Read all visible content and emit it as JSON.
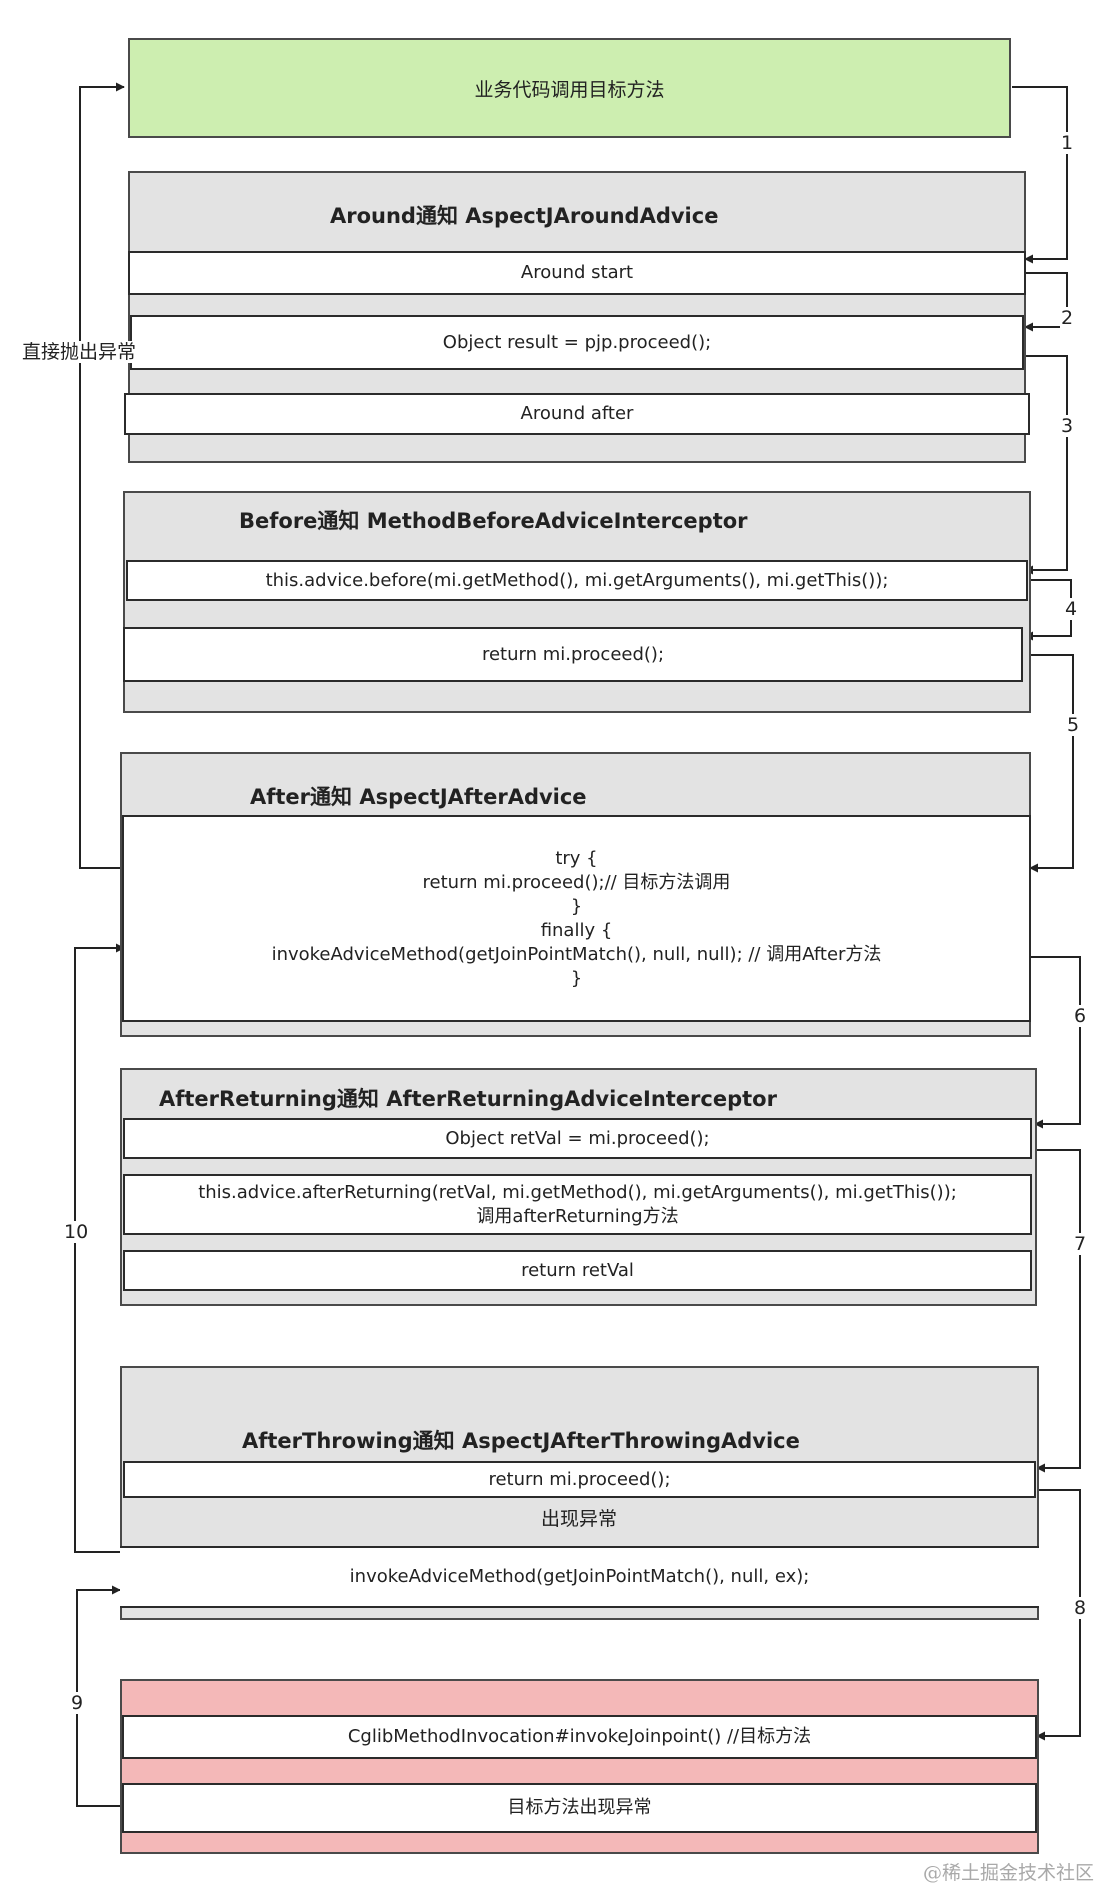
{
  "caller": {
    "label": "业务代码调用目标方法"
  },
  "around": {
    "title": "Around通知 AspectJAroundAdvice",
    "start": "Around start",
    "proceed": "Object result = pjp.proceed();",
    "after": "Around after"
  },
  "before": {
    "title": "Before通知   MethodBeforeAdviceInterceptor",
    "call": "this.advice.before(mi.getMethod(), mi.getArguments(), mi.getThis());",
    "proceed": "return mi.proceed();"
  },
  "after": {
    "title": "After通知   AspectJAfterAdvice",
    "code": "try {\nreturn mi.proceed();// 目标方法调用\n}\nfinally {\ninvokeAdviceMethod(getJoinPointMatch(), null, null); // 调用After方法\n}"
  },
  "after_returning": {
    "title": "AfterReturning通知 AfterReturningAdviceInterceptor",
    "proceed": "Object retVal = mi.proceed();",
    "call": "this.advice.afterReturning(retVal, mi.getMethod(), mi.getArguments(), mi.getThis());\n调用afterReturning方法",
    "ret": "return retVal"
  },
  "after_throwing": {
    "title": "AfterThrowing通知 AspectJAfterThrowingAdvice",
    "proceed": "return mi.proceed();",
    "exception_label": "出现异常",
    "invoke": "invokeAdviceMethod(getJoinPointMatch(), null, ex);"
  },
  "target": {
    "invoke": "CglibMethodInvocation#invokeJoinpoint() //目标方法",
    "exception": "目标方法出现异常"
  },
  "edges": {
    "throw_directly": "直接抛出异常",
    "steps": [
      "1",
      "2",
      "3",
      "4",
      "5",
      "6",
      "7",
      "8",
      "9",
      "10"
    ]
  },
  "watermark": "@稀土掘金技术社区"
}
